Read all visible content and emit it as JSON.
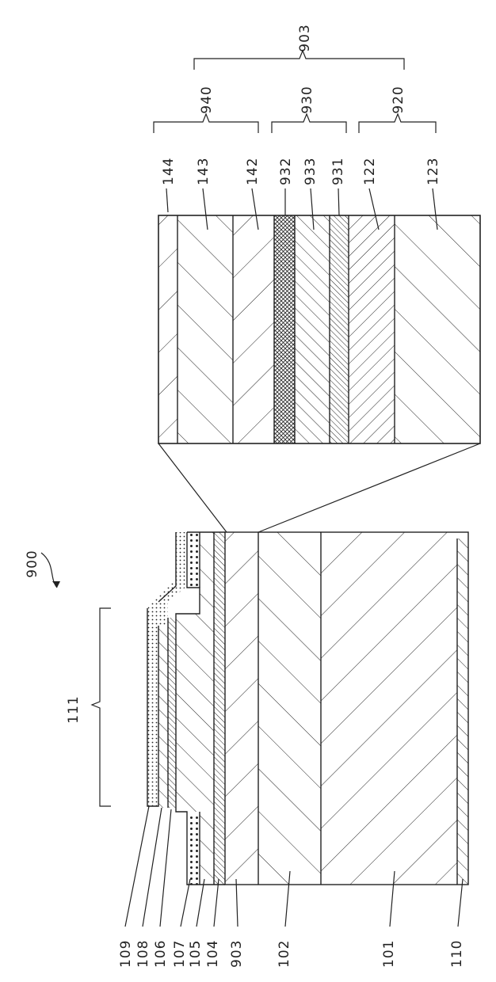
{
  "figure": {
    "device_number": "900",
    "region_label": "111",
    "inset_group_label": "903",
    "inset_sub_groups": [
      "940",
      "930",
      "920"
    ],
    "inset_layers": [
      "144",
      "143",
      "142",
      "932",
      "933",
      "931",
      "122",
      "123"
    ],
    "bottom_labels": [
      "109",
      "108",
      "106",
      "107",
      "105",
      "104",
      "903",
      "102",
      "101",
      "110"
    ]
  },
  "colors": {
    "ink": "#222222",
    "paper": "#ffffff"
  }
}
